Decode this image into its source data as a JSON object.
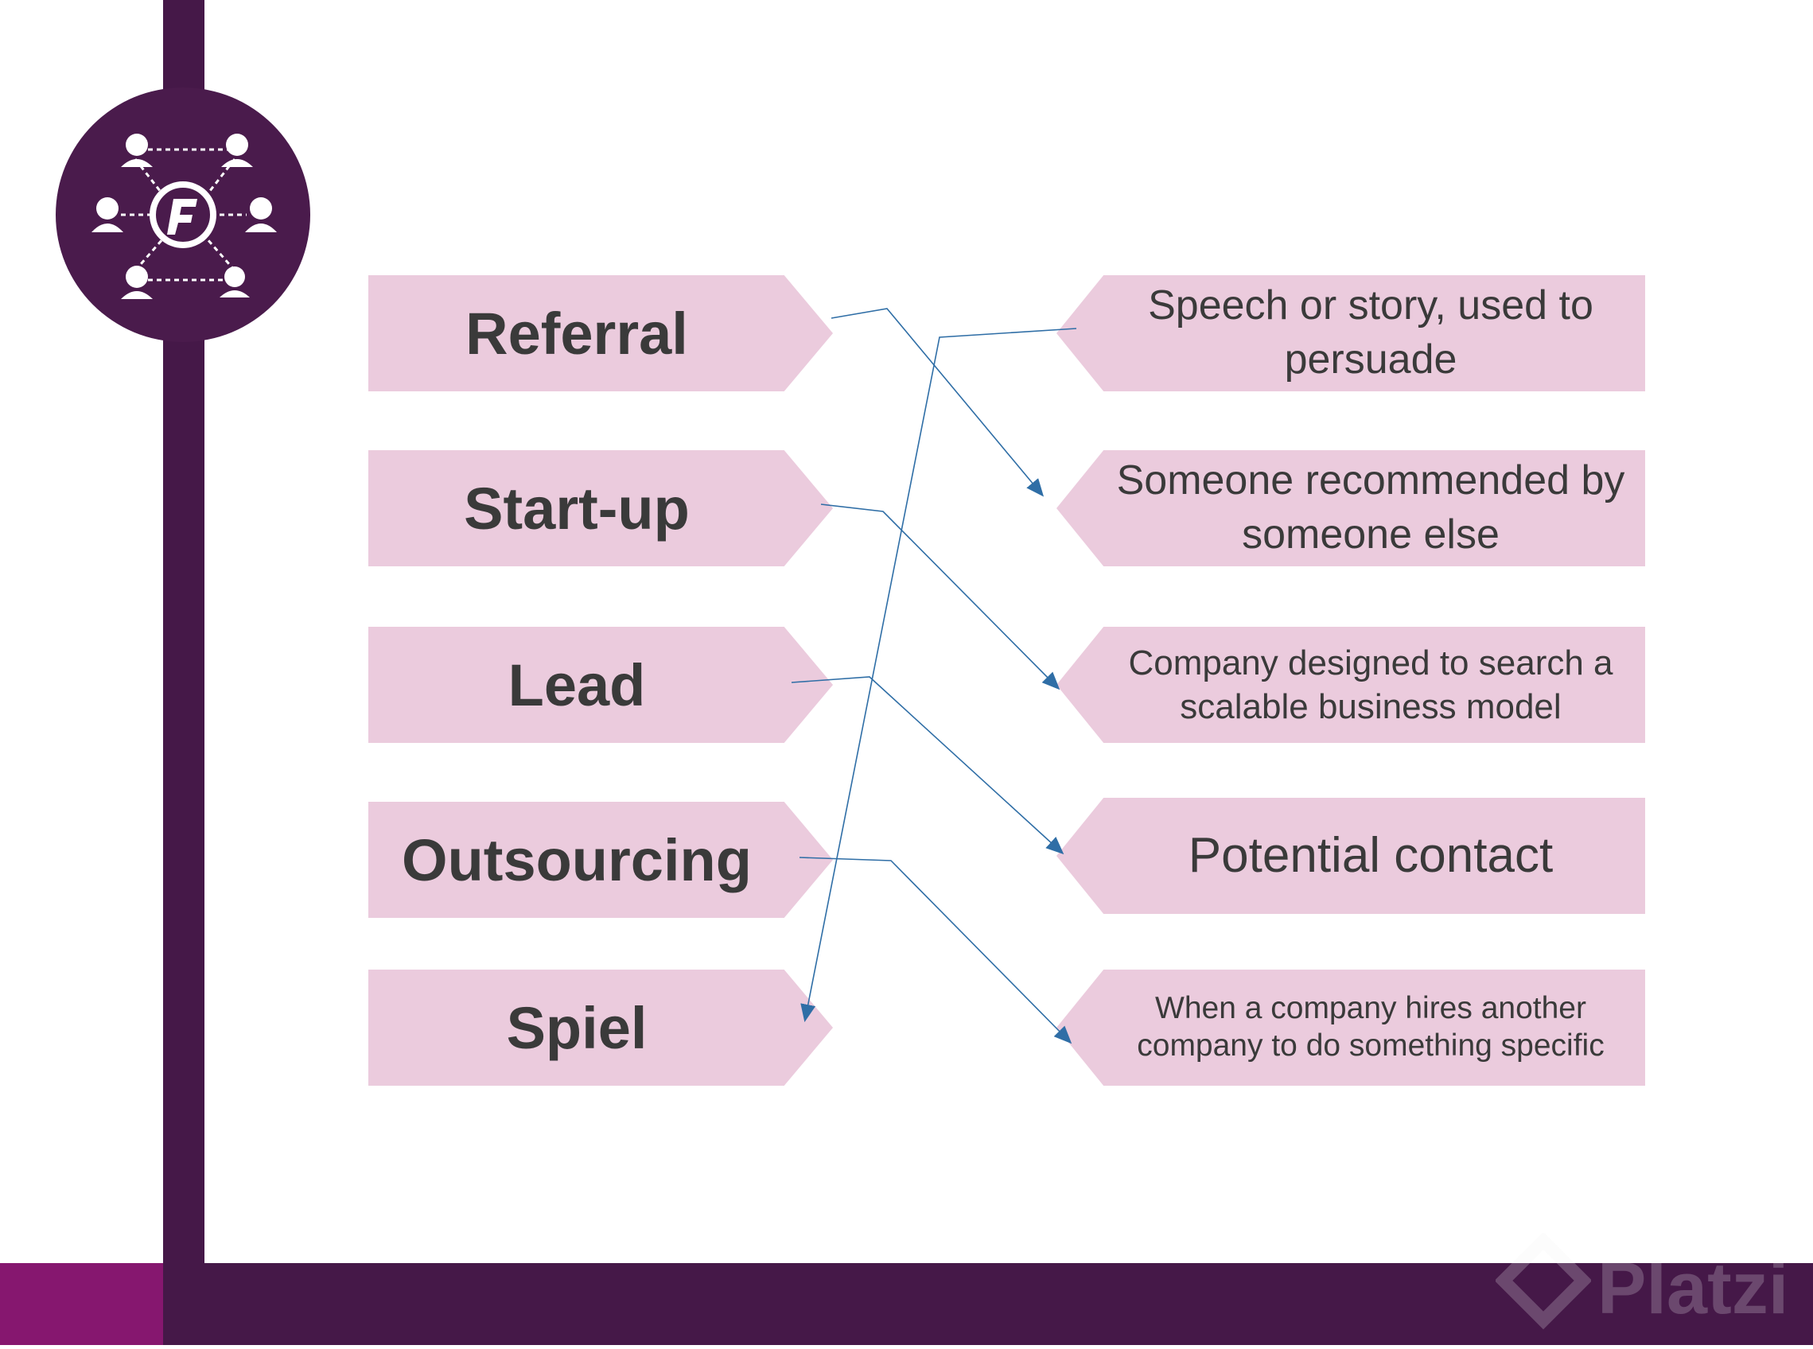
{
  "colors": {
    "bar": "#451848",
    "bar_accent": "#86176f",
    "box_fill": "#ebcbdd",
    "box_text": "#3a3a3a",
    "connector": "#2f6ea6"
  },
  "logo": {
    "icon": "network-people-globe-icon"
  },
  "terms": [
    {
      "label": "Referral"
    },
    {
      "label": "Start-up"
    },
    {
      "label": "Lead"
    },
    {
      "label": "Outsourcing"
    },
    {
      "label": "Spiel"
    }
  ],
  "definitions": [
    {
      "label": "Speech or story, used to persuade"
    },
    {
      "label": "Someone recommended by someone else"
    },
    {
      "label": "Company designed to search a scalable business model"
    },
    {
      "label": "Potential contact"
    },
    {
      "label": "When a company hires another company to do something specific"
    }
  ],
  "matches": [
    {
      "term": "Referral",
      "definition": "Someone recommended by someone else"
    },
    {
      "term": "Start-up",
      "definition": "Company designed to search a scalable business model"
    },
    {
      "term": "Lead",
      "definition": "Potential contact"
    },
    {
      "term": "Outsourcing",
      "definition": "When a company hires another company to do something specific"
    },
    {
      "term": "Spiel",
      "definition": "Speech or story, used to persuade"
    }
  ],
  "watermark": {
    "text": "Platzi",
    "icon": "platzi-logo-icon"
  }
}
